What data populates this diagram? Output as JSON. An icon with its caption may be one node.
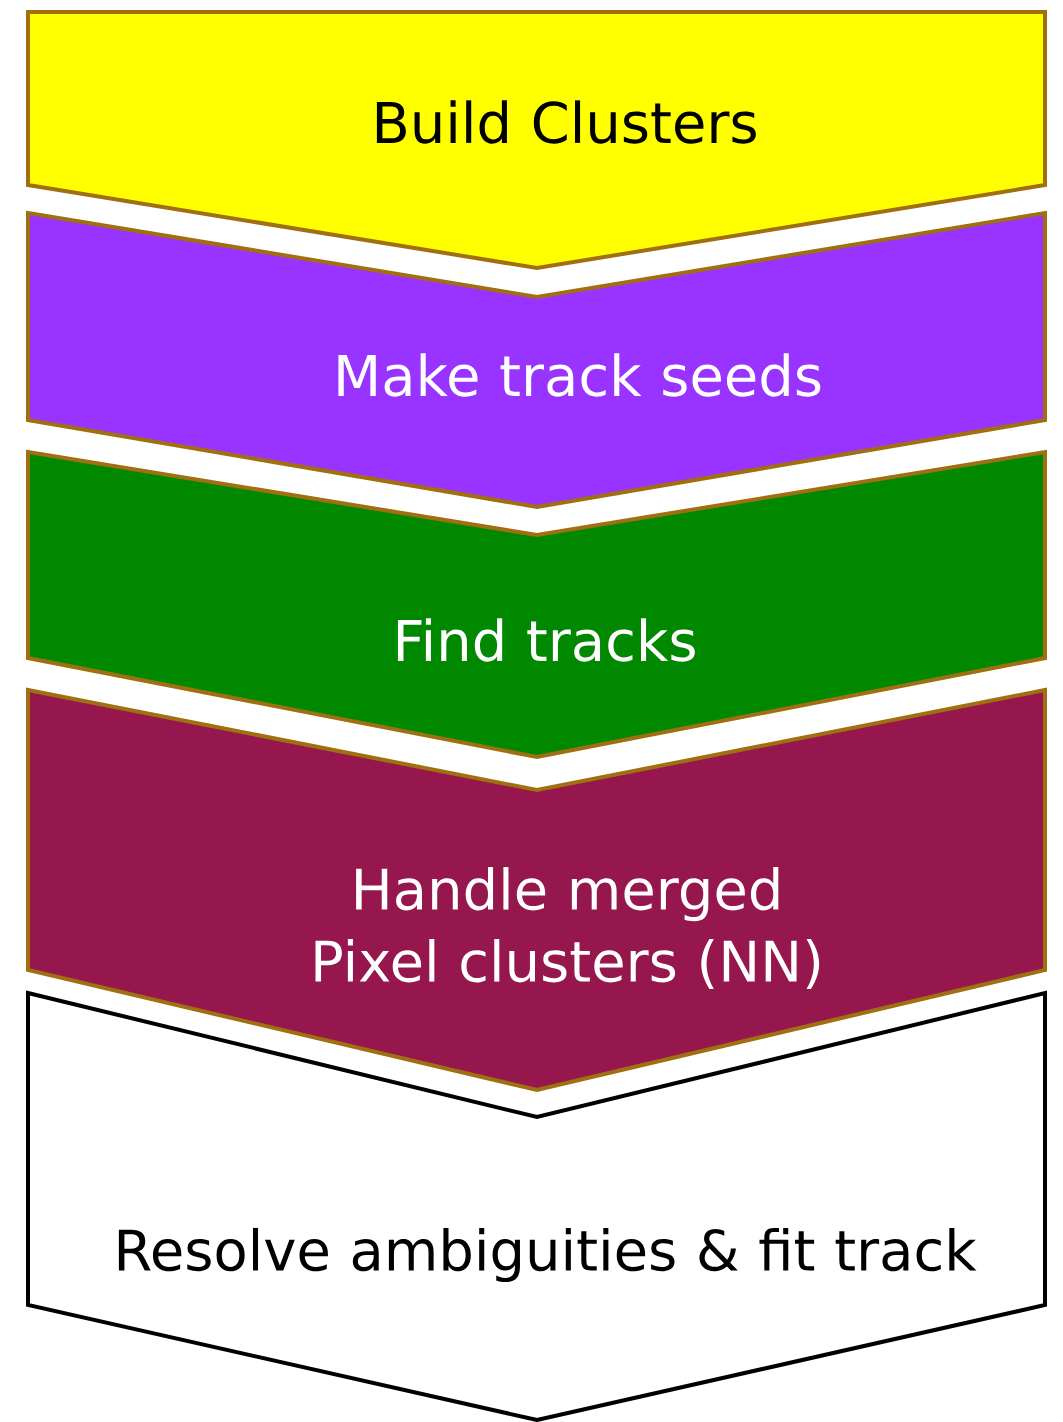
{
  "diagram": {
    "nodes": [
      {
        "text": [
          "Build Clusters"
        ]
      },
      {
        "text": [
          "Make track seeds"
        ]
      },
      {
        "text": [
          "Find tracks"
        ]
      },
      {
        "text": [
          "Handle merged Pixel clusters (NN)"
        ]
      },
      {
        "text": [
          "Resolve ambiguities & fit track"
        ]
      }
    ]
  }
}
